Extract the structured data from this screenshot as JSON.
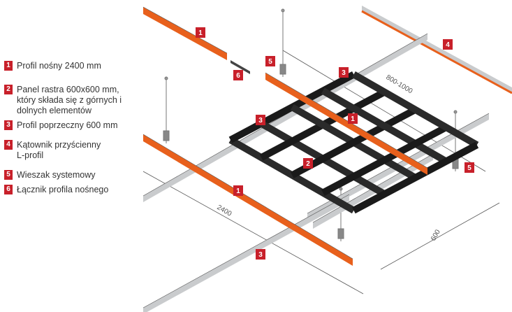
{
  "legend": [
    {
      "num": "1",
      "text": "Profil nośny 2400 mm"
    },
    {
      "num": "2",
      "text": "Panel rastra 600x600 mm, który składa się z górnych i dolnych elementów"
    },
    {
      "num": "3",
      "text": "Profil poprzeczny 600 mm"
    },
    {
      "num": "4",
      "text": "Kątownik przyścienny L-profil"
    },
    {
      "num": "5",
      "text": "Wieszak systemowy"
    },
    {
      "num": "6",
      "text": "Łącznik profila nośnego"
    }
  ],
  "diagram": {
    "callouts": [
      "1",
      "6",
      "5",
      "3",
      "4",
      "3",
      "1",
      "2",
      "1",
      "5",
      "3"
    ],
    "dimensions": {
      "height": "800-1000",
      "length": "2400",
      "width": "600"
    }
  },
  "colors": {
    "badge": "#c8202a",
    "main_profile": "#e8601c",
    "cross_profile": "#c9cbcd",
    "grid": "#2a2a2a"
  }
}
